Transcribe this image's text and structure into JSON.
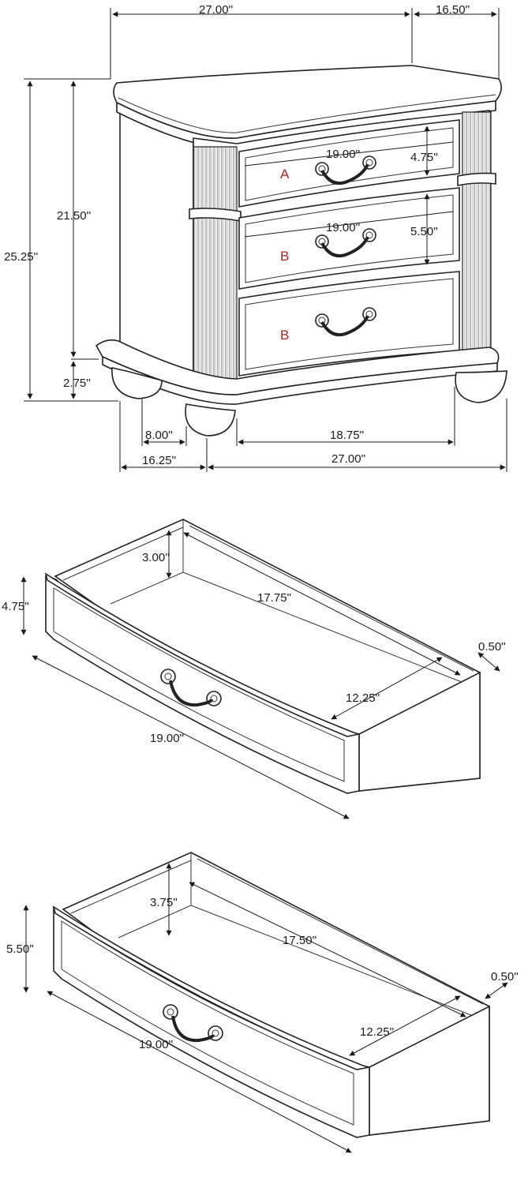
{
  "nightstand": {
    "top_width": "27.00''",
    "top_depth": "16.50''",
    "overall_height": "25.25''",
    "body_height": "21.50''",
    "foot_height": "2.75''",
    "drawer_a_width": "19.00''",
    "drawer_a_height": "4.75''",
    "drawer_b_width": "19.00''",
    "drawer_b_height": "5.50''",
    "leg_gap": "8.00''",
    "base_inner_width": "18.75''",
    "base_depth": "16.25''",
    "base_width": "27.00''",
    "drawer_labels": [
      "A",
      "B",
      "B"
    ]
  },
  "drawer_a": {
    "front_height": "4.75''",
    "inner_height": "3.00''",
    "inner_depth": "17.75''",
    "front_thickness": "0.50''",
    "inner_width": "12.25''",
    "front_width": "19.00''"
  },
  "drawer_b": {
    "inner_height": "3.75''",
    "front_height": "5.50''",
    "inner_depth": "17.50''",
    "front_thickness": "0.50''",
    "inner_width": "12.25''",
    "front_width": "19.00''"
  },
  "colors": {
    "line": "#1a1a1a",
    "label": "#b02020"
  }
}
